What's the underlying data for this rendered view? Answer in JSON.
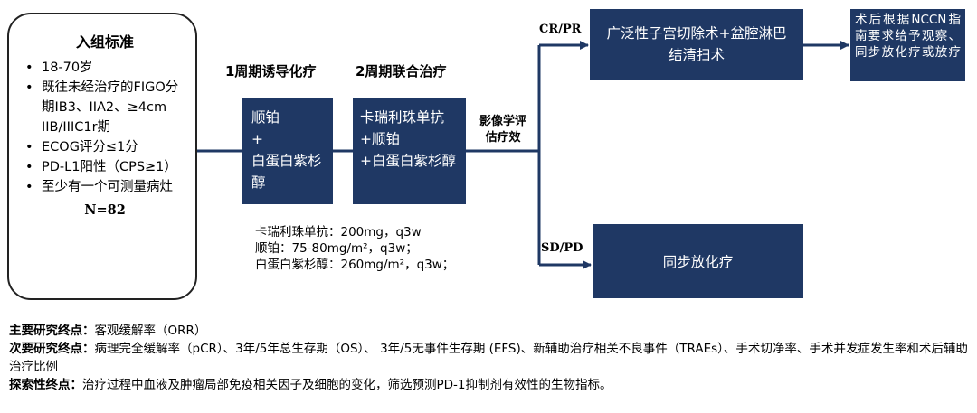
{
  "criteria": {
    "title": "入组标准",
    "items": [
      "18-70岁",
      "既往未经治疗的FIGO分期IB3、IIA2、≥4cm IIB/IIIC1r期",
      "ECOG评分≤1分",
      "PD-L1阳性（CPS≥1）",
      "至少有一个可测量病灶"
    ],
    "n": "N=82"
  },
  "phase1": {
    "title": "1周期诱导化疗",
    "lines": [
      "顺铂",
      "+",
      "白蛋白紫杉醇"
    ]
  },
  "phase2": {
    "title": "2周期联合治疗",
    "lines": [
      "卡瑞利珠单抗",
      "+顺铂",
      "+白蛋白紫杉醇"
    ]
  },
  "doses": [
    "卡瑞利珠单抗：200mg，q3w",
    "顺铂：75-80mg/m²，q3w；",
    "白蛋白紫杉醇：260mg/m²，q3w；"
  ],
  "assess_label": "影像学评估疗效",
  "branch_cr": "CR/PR",
  "branch_sd": "SD/PD",
  "surgery": "广泛性子宫切除术+盆腔淋巴结清扫术",
  "post_surgery": "术后根据NCCN指南要求给予观察、同步放化疗或放疗",
  "chemoradio": "同步放化疗",
  "endpoints": [
    {
      "label": "主要研究终点：",
      "text": "客观缓解率（ORR）"
    },
    {
      "label": "次要研究终点：",
      "text": "病理完全缓解率（pCR）、3年/5年总生存期（OS）、 3年/5无事件生存期 (EFS)、新辅助治疗相关不良事件（TRAEs）、手术切净率、手术并发症发生率和术后辅助治疗比例"
    },
    {
      "label": "探索性终点：",
      "text": "治疗过程中血液及肿瘤局部免疫相关因子及细胞的变化，筛选预测PD-1抑制剂有效性的生物指标。"
    }
  ],
  "colors": {
    "box_fill": "#1f3864",
    "line": "#1f3864"
  }
}
